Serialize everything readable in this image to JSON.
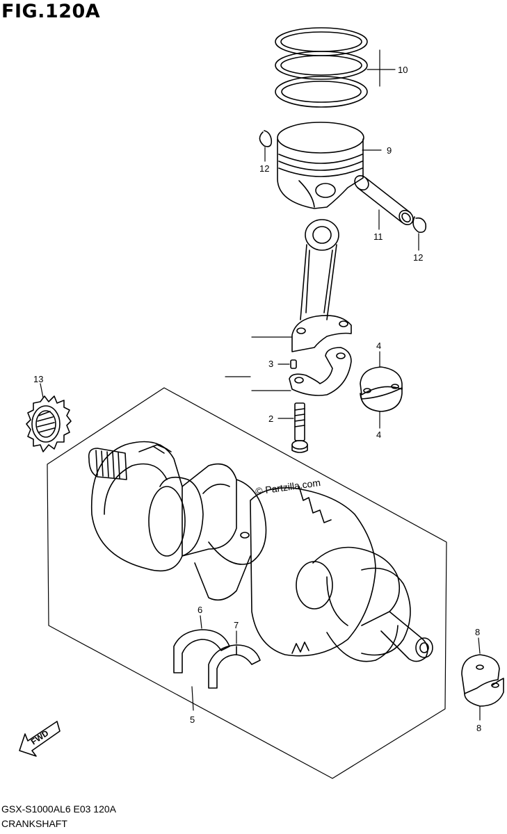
{
  "figure": {
    "title": "FIG.120A",
    "code": "GSX-S1000AL6  E03  120A",
    "name": "CRANKSHAFT",
    "watermark": "© Partzilla.com",
    "fwd_label": "FWD"
  },
  "callouts": {
    "c10": "10",
    "c9": "9",
    "c12a": "12",
    "c12b": "12",
    "c11": "11",
    "c3": "3",
    "c2": "2",
    "c4a": "4",
    "c4b": "4",
    "c13": "13",
    "c6": "6",
    "c7": "7",
    "c5": "5",
    "c8a": "8",
    "c8b": "8"
  }
}
